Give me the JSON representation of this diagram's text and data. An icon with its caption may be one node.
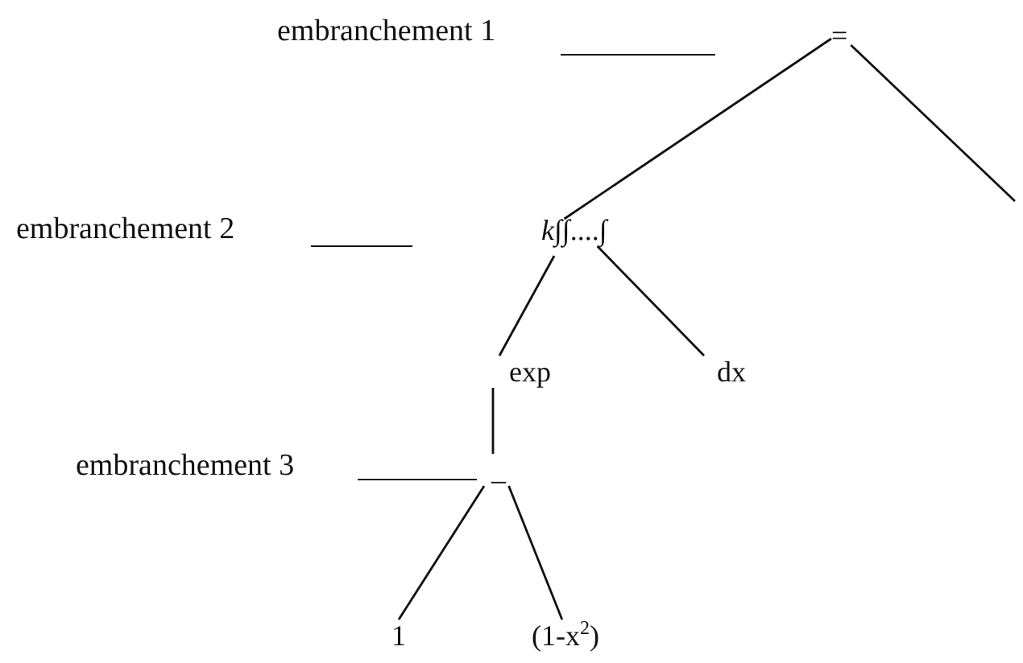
{
  "diagram": {
    "nodes": [
      {
        "text": [
          "="
        ]
      },
      {
        "text": [
          "*k*∫∫....∫"
        ]
      },
      {
        "text": [
          "exp"
        ]
      },
      {
        "text": [
          "dx"
        ]
      },
      {
        "text": [
          "_"
        ]
      },
      {
        "text": [
          "1"
        ]
      },
      {
        "text": [
          "(1-x$^{2}$)"
        ]
      }
    ],
    "edges": [
      {
        "from": 0,
        "to": 1,
        "arrow": "none"
      },
      {
        "from": 0,
        "to": null,
        "arrow": "none"
      },
      {
        "from": 1,
        "to": 2,
        "arrow": "none"
      },
      {
        "from": 1,
        "to": 3,
        "arrow": "none"
      },
      {
        "from": 2,
        "to": 4,
        "arrow": "none"
      },
      {
        "from": 4,
        "to": 5,
        "arrow": "none"
      },
      {
        "from": 4,
        "to": 6,
        "arrow": "none"
      }
    ],
    "labels": [
      "embranchement 1",
      "embranchement 2",
      "embranchement 3"
    ]
  }
}
